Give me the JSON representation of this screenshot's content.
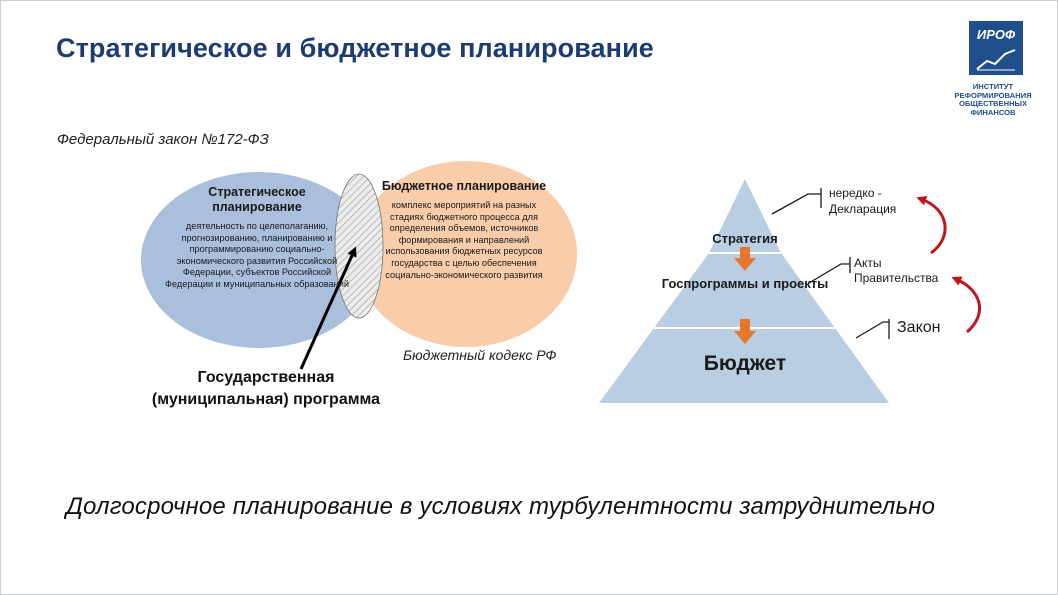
{
  "slide": {
    "title": "Стратегическое и бюджетное планирование",
    "footer": "Долгосрочное планирование в условиях турбулентности затруднительно"
  },
  "logo": {
    "abbr": "ИРОФ",
    "name": "ИНСТИТУТ РЕФОРМИРОВАНИЯ ОБЩЕСТВЕННЫХ ФИНАНСОВ"
  },
  "venn": {
    "law_label": "Федеральный закон №172-ФЗ",
    "code_label": "Бюджетный кодекс РФ",
    "strategic": {
      "heading": "Стратегическое планирование",
      "description": "деятельность по целеполаганию, прогнозированию, планированию и программированию социально-экономического развития Российской Федерации, субъектов Российской Федерации и муниципальных образований"
    },
    "budget": {
      "heading": "Бюджетное планирование",
      "description": "комплекс мероприятий на разных стадиях бюджетного процесса для определения объемов, источников формирования и направлений использования бюджетных ресурсов государства с целью обеспечения социально-экономического развития"
    },
    "intersection_label_line1": "Государственная",
    "intersection_label_line2": "(муниципальная) программа"
  },
  "pyramid": {
    "levels": {
      "top": "Стратегия",
      "middle": "Госпрограммы и проекты",
      "bottom": "Бюджет"
    },
    "side_labels": {
      "top_line1": "нередко -",
      "top_line2": "Декларация",
      "middle_line1": "Акты",
      "middle_line2": "Правительства",
      "bottom": "Закон"
    }
  },
  "colors": {
    "title": "#1b3b72",
    "strategic_circle": "#a9bfdc",
    "budget_circle": "#f9ccaa",
    "pyramid_fill": "#b9cde3",
    "down_arrow": "#e8772e",
    "curved_arrow": "#c0151b",
    "logo": "#1f4e8c"
  }
}
